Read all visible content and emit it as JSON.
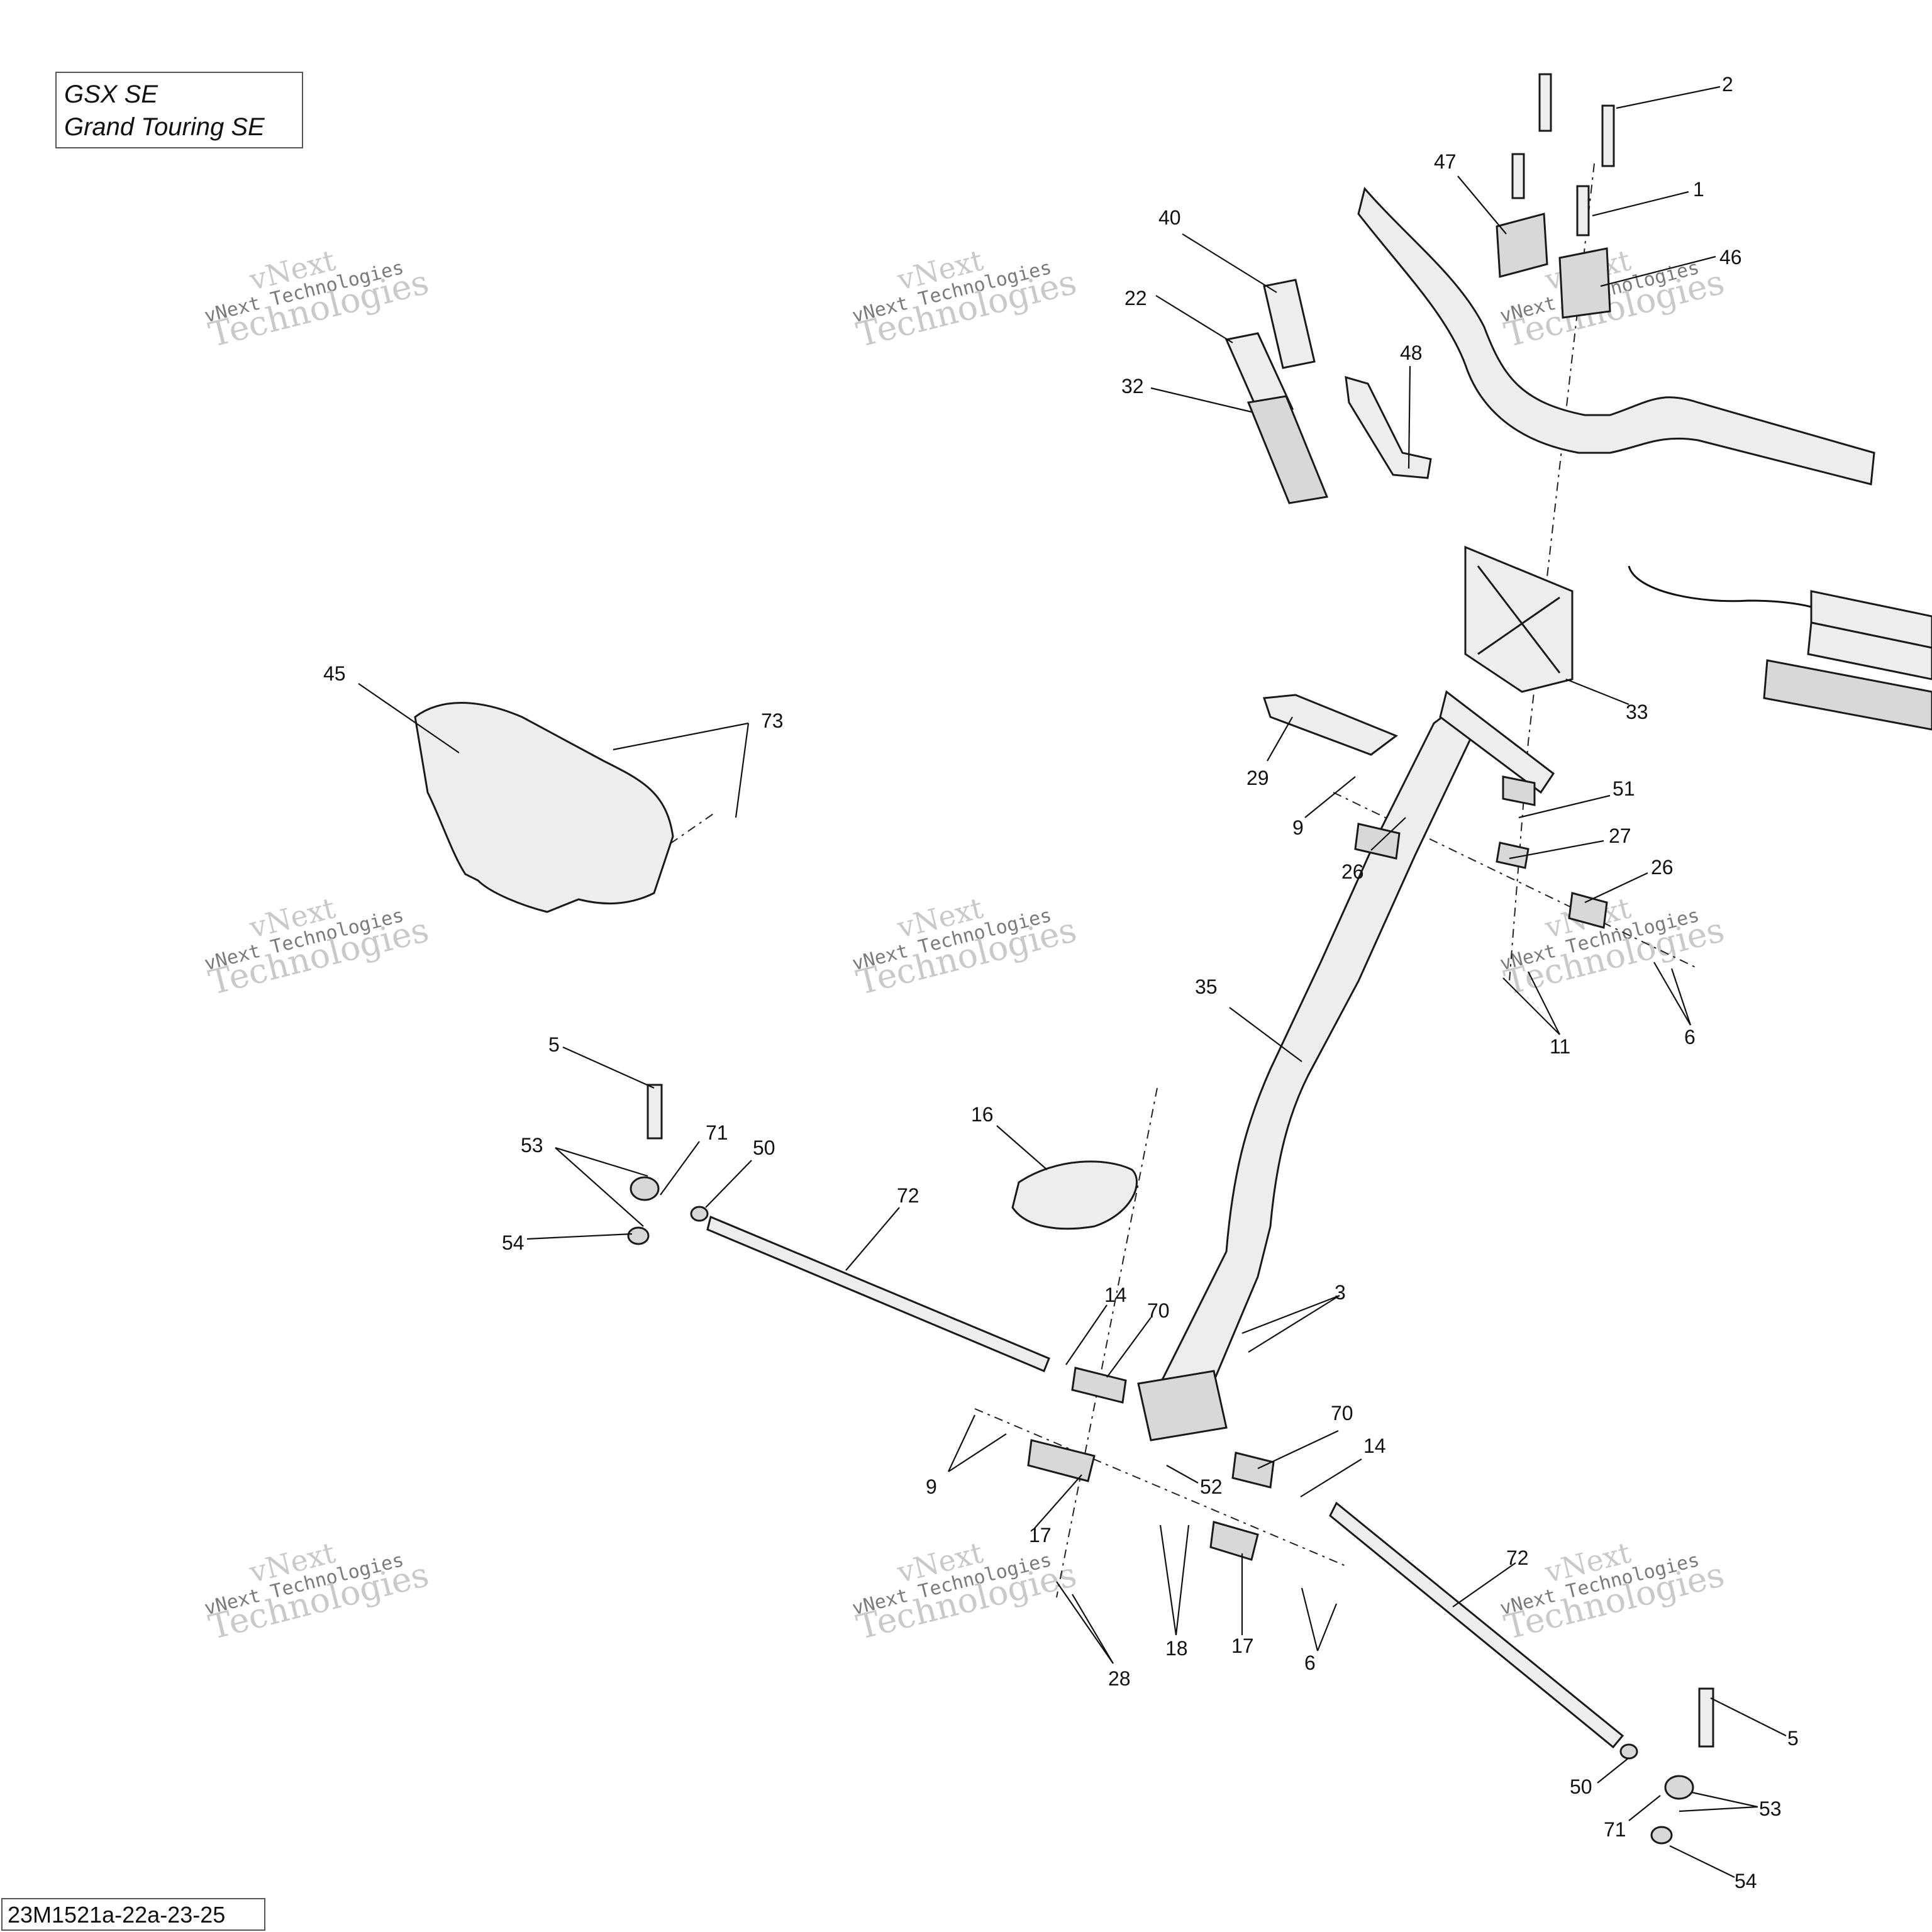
{
  "models": [
    "GSX SE",
    "Grand Touring SE"
  ],
  "reference": "23M1521a-22a-23-25",
  "watermark": {
    "line1": "vNext",
    "line2": "vNext Technologies",
    "line3": "Technologies"
  },
  "callouts": [
    {
      "id": "c2",
      "text": "2"
    },
    {
      "id": "c1",
      "text": "1"
    },
    {
      "id": "c47",
      "text": "47"
    },
    {
      "id": "c46",
      "text": "46"
    },
    {
      "id": "c40",
      "text": "40"
    },
    {
      "id": "c22",
      "text": "22"
    },
    {
      "id": "c32",
      "text": "32"
    },
    {
      "id": "c48",
      "text": "48"
    },
    {
      "id": "c45",
      "text": "45"
    },
    {
      "id": "c73",
      "text": "73"
    },
    {
      "id": "c33",
      "text": "33"
    },
    {
      "id": "c29",
      "text": "29"
    },
    {
      "id": "c9a",
      "text": "9"
    },
    {
      "id": "c26a",
      "text": "26"
    },
    {
      "id": "c51",
      "text": "51"
    },
    {
      "id": "c27",
      "text": "27"
    },
    {
      "id": "c26b",
      "text": "26"
    },
    {
      "id": "c11",
      "text": "11"
    },
    {
      "id": "c6a",
      "text": "6"
    },
    {
      "id": "c35",
      "text": "35"
    },
    {
      "id": "c5a",
      "text": "5"
    },
    {
      "id": "c53a",
      "text": "53"
    },
    {
      "id": "c71a",
      "text": "71"
    },
    {
      "id": "c50a",
      "text": "50"
    },
    {
      "id": "c54a",
      "text": "54"
    },
    {
      "id": "c16",
      "text": "16"
    },
    {
      "id": "c72a",
      "text": "72"
    },
    {
      "id": "c14a",
      "text": "14"
    },
    {
      "id": "c70a",
      "text": "70"
    },
    {
      "id": "c3",
      "text": "3"
    },
    {
      "id": "c9b",
      "text": "9"
    },
    {
      "id": "c17a",
      "text": "17"
    },
    {
      "id": "c52",
      "text": "52"
    },
    {
      "id": "c70b",
      "text": "70"
    },
    {
      "id": "c14b",
      "text": "14"
    },
    {
      "id": "c18",
      "text": "18"
    },
    {
      "id": "c17b",
      "text": "17"
    },
    {
      "id": "c6b",
      "text": "6"
    },
    {
      "id": "c28",
      "text": "28"
    },
    {
      "id": "c72b",
      "text": "72"
    },
    {
      "id": "c5b",
      "text": "5"
    },
    {
      "id": "c50b",
      "text": "50"
    },
    {
      "id": "c53b",
      "text": "53"
    },
    {
      "id": "c71b",
      "text": "71"
    },
    {
      "id": "c54b",
      "text": "54"
    }
  ]
}
